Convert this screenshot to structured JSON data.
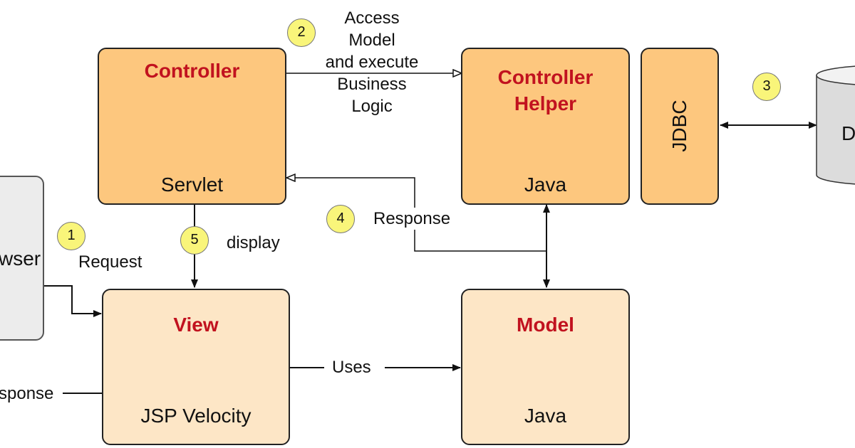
{
  "nodes": {
    "browser": {
      "label": "Browser",
      "visible_label": "wser"
    },
    "controller": {
      "title": "Controller",
      "subtitle": "Servlet"
    },
    "controller_helper": {
      "title": "Controller\nHelper",
      "subtitle": "Java"
    },
    "jdbc": {
      "label": "JDBC"
    },
    "database": {
      "label": "D"
    },
    "view": {
      "title": "View",
      "subtitle": "JSP Velocity"
    },
    "model": {
      "title": "Model",
      "subtitle": "Java"
    }
  },
  "edges": {
    "request": "Request",
    "access_model": "Access\nModel\nand execute\nBusiness\nLogic",
    "display": "display",
    "response_to_controller": "Response",
    "uses": "Uses",
    "response_to_browser": "sponse"
  },
  "steps": [
    "1",
    "2",
    "3",
    "4",
    "5"
  ],
  "colors": {
    "title_red": "#c1121f",
    "box_dark": "#fdc77e",
    "box_light": "#fde6c6",
    "badge_yellow": "#f9f57a"
  }
}
